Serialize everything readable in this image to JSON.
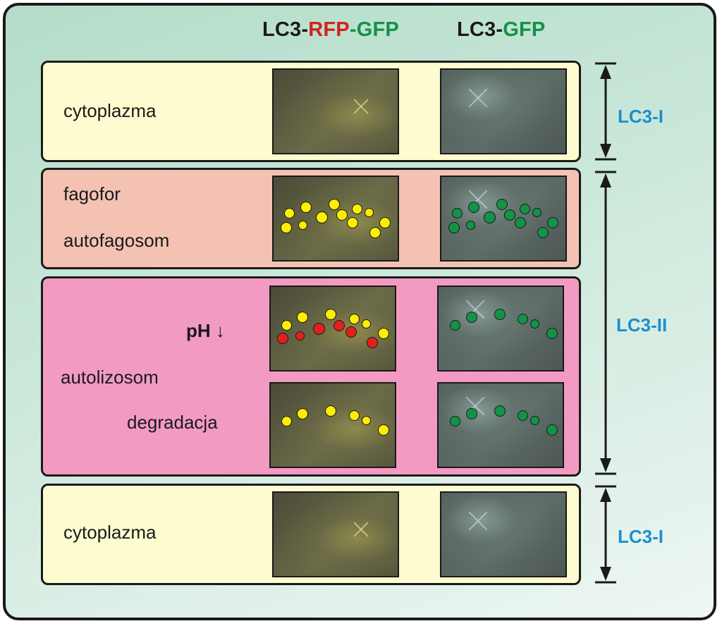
{
  "header": {
    "rfp_gfp": {
      "part1": "LC3-",
      "part2": "RFP",
      "part3": "-GFP"
    },
    "gfp": {
      "part1": "LC3-",
      "part2": "GFP"
    }
  },
  "rows": {
    "row1_label": "cytoplazma",
    "row2_label1": "fagofor",
    "row2_label2": "autofagosom",
    "row3_label_ph": "pH ↓",
    "row3_label_main": "autolizosom",
    "row3_label_deg": "degradacja",
    "row4_label": "cytoplazma"
  },
  "side_labels": {
    "top": "LC3-I",
    "middle": "LC3-II",
    "bottom": "LC3-I"
  },
  "colors": {
    "yellow": "#ffee00",
    "green": "#13924a",
    "red": "#e0221e",
    "label_blue": "#1b8fd0",
    "panel_cream": "#fdfbd0",
    "panel_salmon": "#f4c2b3",
    "panel_pink": "#f39ac3",
    "background": "#cbe8da"
  }
}
